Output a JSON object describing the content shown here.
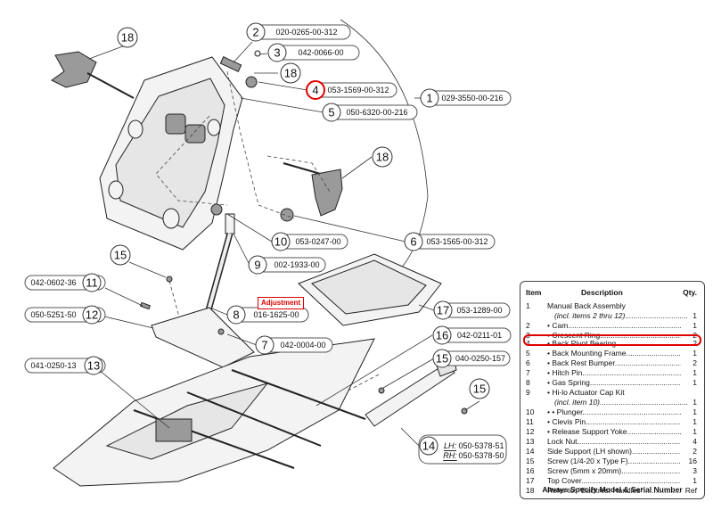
{
  "callouts": [
    {
      "num": "18",
      "pn": ""
    },
    {
      "num": "2",
      "pn": "020-0265-00-312"
    },
    {
      "num": "3",
      "pn": "042-0066-00"
    },
    {
      "num": "18",
      "pn": ""
    },
    {
      "num": "4",
      "pn": "053-1569-00-312"
    },
    {
      "num": "1",
      "pn": "029-3550-00-216"
    },
    {
      "num": "5",
      "pn": "050-6320-00-216"
    },
    {
      "num": "18",
      "pn": ""
    },
    {
      "num": "10",
      "pn": "053-0247-00"
    },
    {
      "num": "6",
      "pn": "053-1565-00-312"
    },
    {
      "num": "9",
      "pn": "002-1933-00"
    },
    {
      "num": "15",
      "pn": ""
    },
    {
      "num": "11",
      "pn": "042-0602-36"
    },
    {
      "num": "12",
      "pn": "050-5251-50"
    },
    {
      "num": "8",
      "pn": "016-1625-00"
    },
    {
      "num": "17",
      "pn": "053-1289-00"
    },
    {
      "num": "7",
      "pn": "042-0004-00"
    },
    {
      "num": "16",
      "pn": "042-0211-01"
    },
    {
      "num": "15",
      "pn": "040-0250-157"
    },
    {
      "num": "13",
      "pn": "041-0250-13"
    },
    {
      "num": "15",
      "pn": ""
    },
    {
      "num": "14",
      "pn_lh_label": "LH:",
      "pn_lh": "050-5378-51",
      "pn_rh_label": "RH:",
      "pn_rh": "050-5378-50"
    }
  ],
  "adjustment_label": "Adjustment",
  "table": {
    "headers": {
      "item": "Item",
      "description": "Description",
      "qty": "Qty."
    },
    "rows": [
      {
        "item": "1",
        "description": "Manual Back Assembly",
        "qty": ""
      },
      {
        "item": "",
        "description": "(incl. items 2 thru 12)",
        "qty": "1"
      },
      {
        "item": "2",
        "description": "• Cam",
        "qty": "1"
      },
      {
        "item": "3",
        "description": "• Crescent Ring",
        "qty": "2"
      },
      {
        "item": "4",
        "description": "• Back Pivot Bearing",
        "qty": "2"
      },
      {
        "item": "5",
        "description": "• Back Mounting Frame",
        "qty": "1"
      },
      {
        "item": "6",
        "description": "• Back Rest Bumper",
        "qty": "2"
      },
      {
        "item": "7",
        "description": "• Hitch Pin",
        "qty": "1"
      },
      {
        "item": "8",
        "description": "• Gas Spring",
        "qty": "1"
      },
      {
        "item": "9",
        "description": "• Hi-lo Actuator Cap Kit",
        "qty": ""
      },
      {
        "item": "",
        "description": "(incl. item 10)",
        "qty": "1"
      },
      {
        "item": "10",
        "description": "• • Plunger",
        "qty": "1"
      },
      {
        "item": "11",
        "description": "• Clevis Pin",
        "qty": "1"
      },
      {
        "item": "12",
        "description": "• Release Support Yoke",
        "qty": "1"
      },
      {
        "item": "13",
        "description": "Lock Nut",
        "qty": "4"
      },
      {
        "item": "14",
        "description": "Side Support (LH shown)",
        "qty": "2"
      },
      {
        "item": "15",
        "description": "Screw (1/4-20 x Type F)",
        "qty": "16"
      },
      {
        "item": "16",
        "description": "Screw (5mm x 20mm)",
        "qty": "3"
      },
      {
        "item": "17",
        "description": "Top Cover",
        "qty": "1"
      },
      {
        "item": "18",
        "description": "Refer to: \"Backrest Handles\"",
        "qty": "Ref"
      }
    ],
    "footer": "Always Specify Model & Serial Number"
  },
  "colors": {
    "highlight": "#e00000",
    "line": "#333333"
  }
}
